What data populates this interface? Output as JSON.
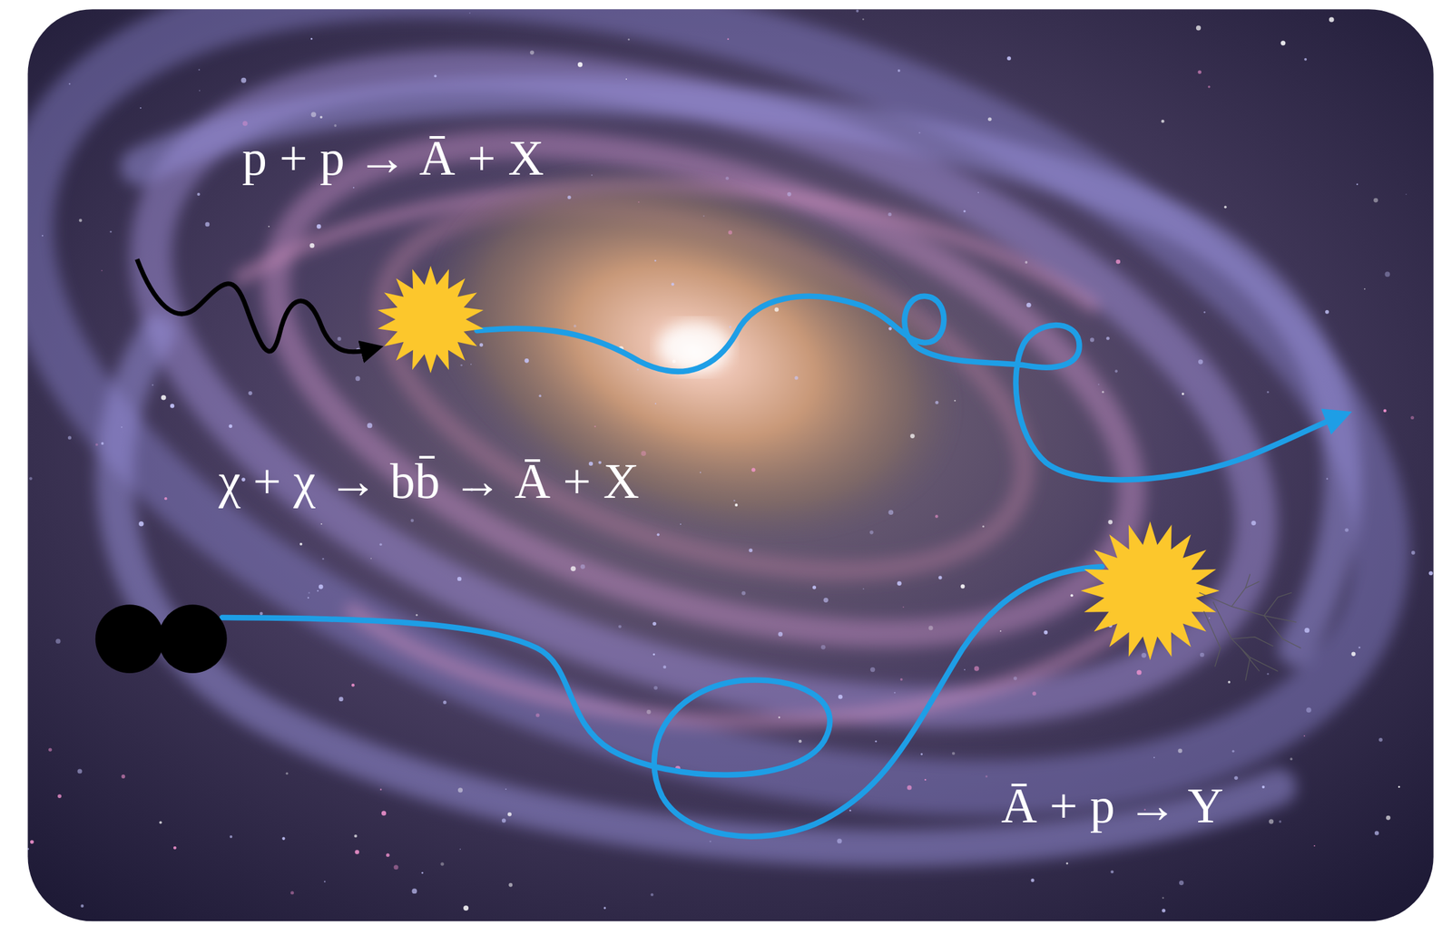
{
  "diagram": {
    "labels": [
      "p + p → Ā + X",
      "χ + χ → bb̄ → Ā + X",
      "Ā + p → Y"
    ]
  }
}
